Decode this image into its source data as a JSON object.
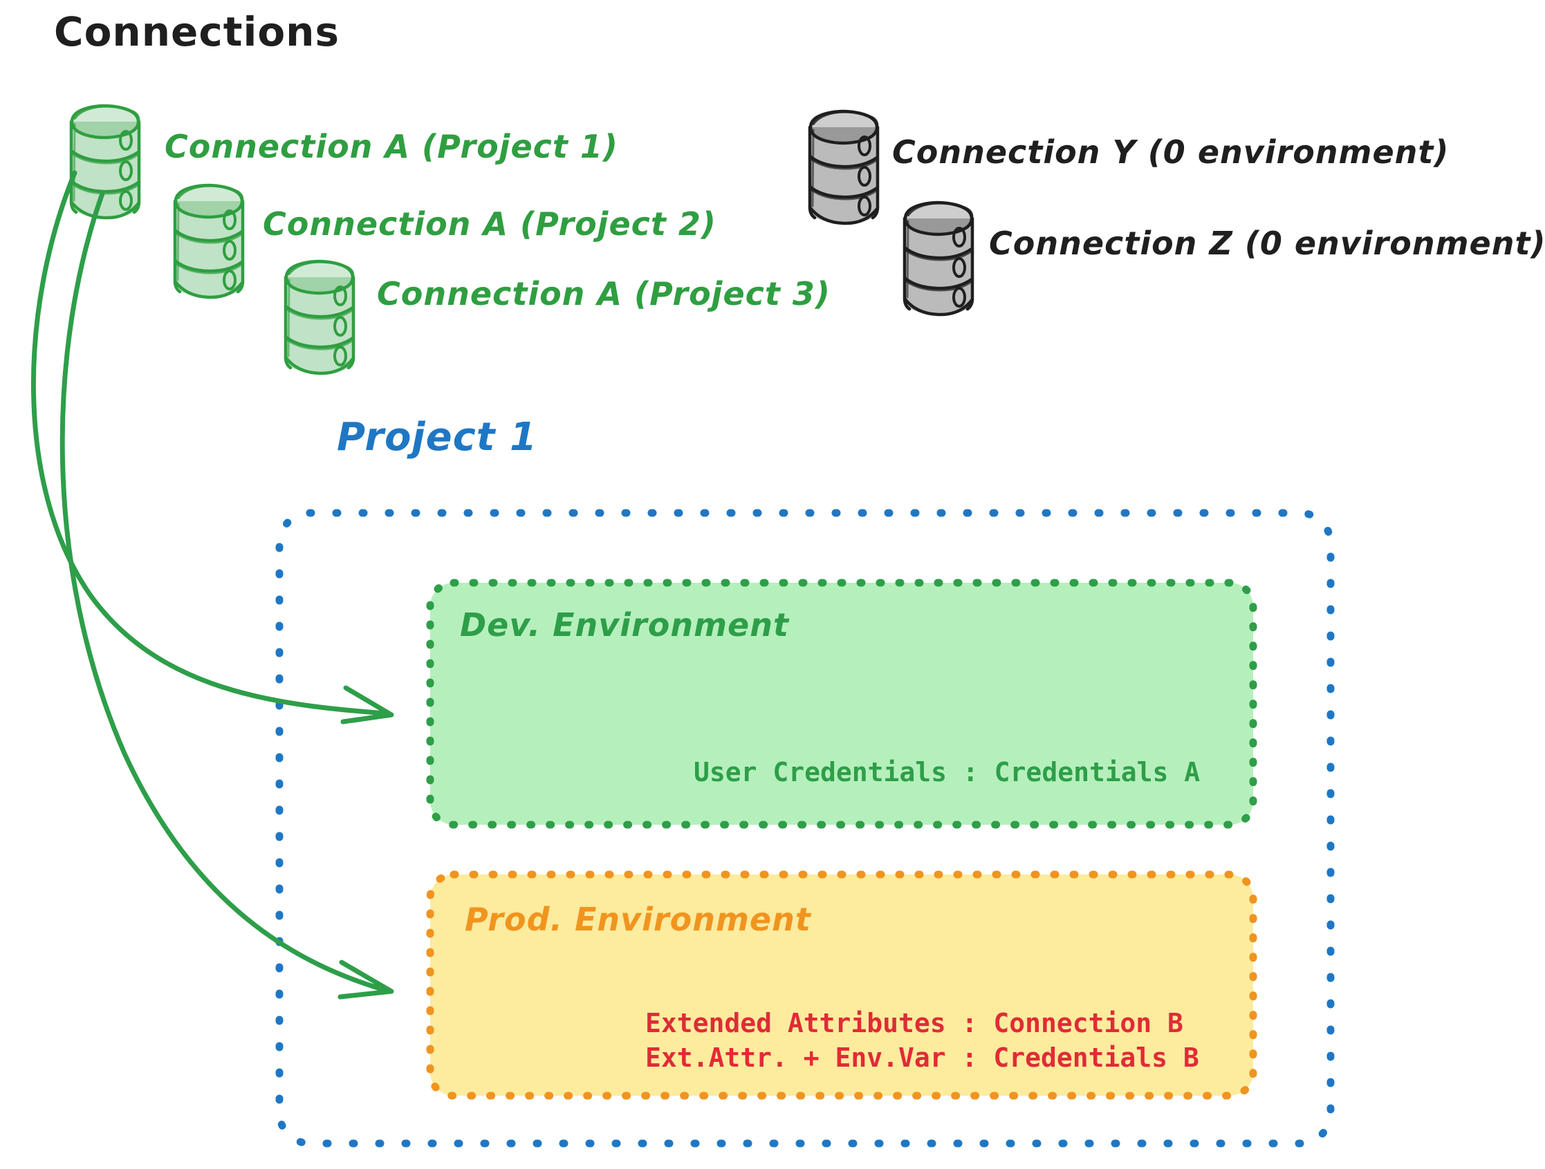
{
  "diagram": {
    "title": "Connections",
    "connections": {
      "project_bound": [
        {
          "label": "Connection A (Project 1)",
          "color": "#2f9e41",
          "icon": "database-cylinder-icon"
        },
        {
          "label": "Connection A (Project 2)",
          "color": "#2f9e41",
          "icon": "database-cylinder-icon"
        },
        {
          "label": "Connection A (Project 3)",
          "color": "#2f9e41",
          "icon": "database-cylinder-icon"
        }
      ],
      "unbound": [
        {
          "label": "Connection Y (0 environment)",
          "color": "#1f1f1f",
          "icon": "database-cylinder-icon"
        },
        {
          "label": "Connection Z (0 environment)",
          "color": "#1f1f1f",
          "icon": "database-cylinder-icon"
        }
      ]
    },
    "project": {
      "title": "Project 1",
      "border_color": "#1f77c4",
      "environments": [
        {
          "name": "Dev. Environment",
          "fill": "#b5f0bc",
          "border_color": "#2e9e49",
          "title_color": "#2e9e49",
          "entries": [
            {
              "text": "User Credentials : Credentials A",
              "color": "#2e9e49"
            }
          ]
        },
        {
          "name": "Prod. Environment",
          "fill": "#fdeb9e",
          "border_color": "#f0941f",
          "title_color": "#f0941f",
          "entries": [
            {
              "text": "Extended Attributes : Connection B",
              "color": "#e02b37"
            },
            {
              "text": "Ext.Attr. + Env.Var : Credentials B",
              "color": "#e02b37"
            }
          ]
        }
      ]
    },
    "arrows": {
      "color": "#2e9e49",
      "count": 2,
      "from": "Connection A (Project 1)",
      "to": [
        "Dev. Environment",
        "Prod. Environment"
      ]
    }
  }
}
